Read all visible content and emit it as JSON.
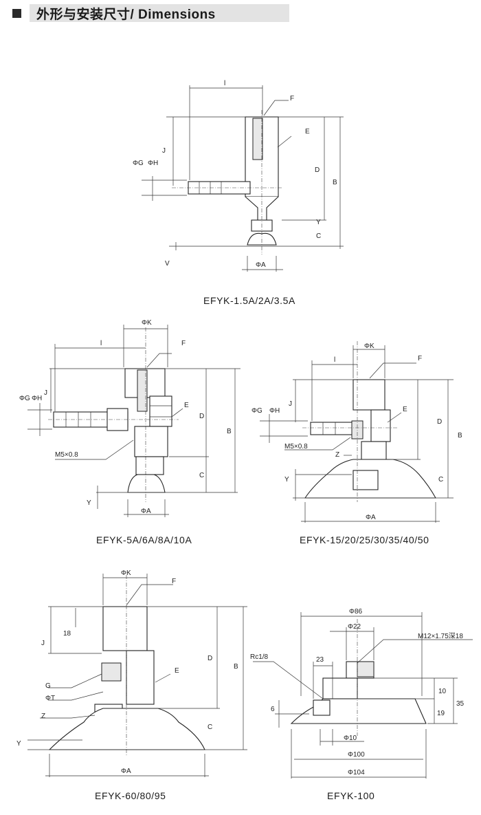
{
  "header": {
    "title": "外形与安装尺寸/ Dimensions"
  },
  "figures": [
    {
      "caption": "EFYK-1.5A/2A/3.5A",
      "labels": {
        "l": "l",
        "F": "F",
        "E": "E",
        "J": "J",
        "G": "ΦG",
        "H": "ΦH",
        "D": "D",
        "B": "B",
        "Y": "Y",
        "C": "C",
        "V": "V",
        "A": "ΦA"
      }
    },
    {
      "caption": "EFYK-5A/6A/8A/10A",
      "labels": {
        "K": "ΦK",
        "l": "l",
        "F": "F",
        "E": "E",
        "G": "ΦG",
        "H": "ΦH",
        "J": "J",
        "D": "D",
        "B": "B",
        "C": "C",
        "Y": "Y",
        "A": "ΦA",
        "M": "M5×0.8"
      }
    },
    {
      "caption": "EFYK-15/20/25/30/35/40/50",
      "labels": {
        "K": "ΦK",
        "l": "l",
        "F": "F",
        "J": "J",
        "G": "ΦG",
        "H": "ΦH",
        "E": "E",
        "D": "D",
        "B": "B",
        "M": "M5×0.8",
        "Z": "Z",
        "Y": "Y",
        "C": "C",
        "A": "ΦA"
      }
    },
    {
      "caption": "EFYK-60/80/95",
      "labels": {
        "K": "ΦK",
        "F": "F",
        "J": "J",
        "n18": "18",
        "D": "D",
        "B": "B",
        "E": "E",
        "G": "G",
        "T": "ΦT",
        "Z": "Z",
        "C": "C",
        "Y": "Y",
        "A": "ΦA"
      }
    },
    {
      "caption": "EFYK-100",
      "labels": {
        "d86": "Φ86",
        "d22": "Φ22",
        "m12": "M12×1.75深18",
        "rc": "Rc1/8",
        "n23": "23",
        "n6": "6",
        "n10": "10",
        "n35": "35",
        "n19": "19",
        "d10": "Φ10",
        "d100": "Φ100",
        "d104": "Φ104"
      }
    }
  ]
}
